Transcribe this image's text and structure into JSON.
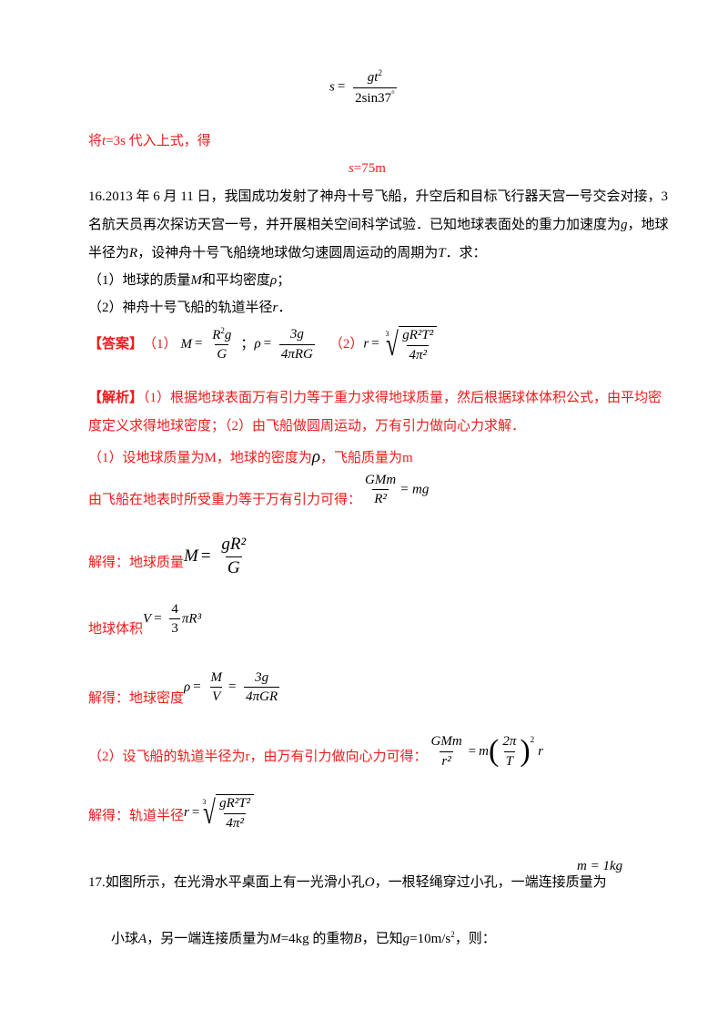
{
  "top_formula": {
    "lhs": "s",
    "num_g": "g",
    "num_t": "t",
    "num_exp": "2",
    "den_coef": "2sin37",
    "den_deg": "°"
  },
  "sub_line": {
    "p1": "将",
    "var_t": "t",
    "p2": "=3s 代入上式，得"
  },
  "result": {
    "var": "s",
    "value": "=75m"
  },
  "q16": {
    "line1": "16.2013 年 6 月 11 日，我国成功发射了神舟十号飞船，升空后和目标飞行器天宫一号交会对接，3",
    "line2_a": "名航天员再次探访天宫一号，并开展相关空间科学试验．已知地球表面处的重力加速度为",
    "line2_g": "g",
    "line2_b": "，地球",
    "line3_a": "半径为",
    "line3_R": "R",
    "line3_b": "，设神舟十号飞船绕地球做匀速圆周运动的周期为",
    "line3_T": "T",
    "line3_c": "．求：",
    "sub1_a": "（1）地球的质量",
    "sub1_M": "M",
    "sub1_b": "和平均密度",
    "sub1_rho": "ρ",
    "sub1_c": "；",
    "sub2_a": "（2）神舟十号飞船的轨道半径",
    "sub2_r": "r",
    "sub2_b": "．"
  },
  "answer": {
    "tag": "【答案】",
    "p1": "（1）",
    "M": "M",
    "eq": "=",
    "R2g_R": "R",
    "R2g_exp": "2",
    "R2g_g": "g",
    "den_G": "G",
    "semi": "；",
    "rho": "ρ",
    "n3g": "3g",
    "d4piRG": "4πRG",
    "p2": "（2）",
    "r": "r",
    "idx": "3",
    "gR2T2": "gR²T²",
    "d4pi2": "4π²"
  },
  "analysis": {
    "tag": "【解析】",
    "line1": "（1）根据地球表面万有引力等于重力求得地球质量，然后根据球体体积公式，由平均密",
    "line2": "度定义求得地球密度；（2）由飞船做圆周运动，万有引力做向心力求解．"
  },
  "steps": {
    "s1_text": "（1）设地球质量为M，地球的密度为",
    "s1_rho": "ρ",
    "s1_text2": "，飞船质量为m",
    "s2_text": "由飞船在地表时所受重力等于万有引力可得：",
    "s2_num": "GMm",
    "s2_den": "R²",
    "s2_rhs": "= mg",
    "s3_text": "解得：地球质量",
    "s3_M": "M",
    "s3_num": "gR²",
    "s3_den": "G",
    "s4_text": "地球体积",
    "s4_V": "V",
    "s4_num": "4",
    "s4_den": "3",
    "s4_tail": "πR³",
    "s5_text": "解得：地球密度",
    "s5_rho": "ρ",
    "s5_n1": "M",
    "s5_d1": "V",
    "s5_n2": "3g",
    "s5_d2": "4πGR",
    "s6_text": "（2）设飞船的轨道半径为r，由万有引力做向心力可得：",
    "s6_num": "GMm",
    "s6_den": "r²",
    "s6_m": "m",
    "s6_pn": "2π",
    "s6_pd": "T",
    "s6_exp": "2",
    "s6_r": "r",
    "s7_text": "解得：轨道半径",
    "s7_r": "r",
    "s7_idx": "3",
    "s7_num": "gR²T²",
    "s7_den": "4π²"
  },
  "q17": {
    "line1_a": "17.如图所示，在光滑水平桌面上有一光滑小孔",
    "line1_O": "O",
    "line1_b": "，一根轻绳穿过小孔，一端连接质量为",
    "mass_m": "m = 1kg",
    "line2_a": "小球",
    "line2_A": "A",
    "line2_b": "，另一端连接质量为",
    "line2_M": "M",
    "line2_c": "=4kg 的重物",
    "line2_B": "B",
    "line2_d": "，已知",
    "line2_g": "g",
    "line2_e": "=10m/s",
    "line2_exp": "2",
    "line2_f": "，则："
  }
}
